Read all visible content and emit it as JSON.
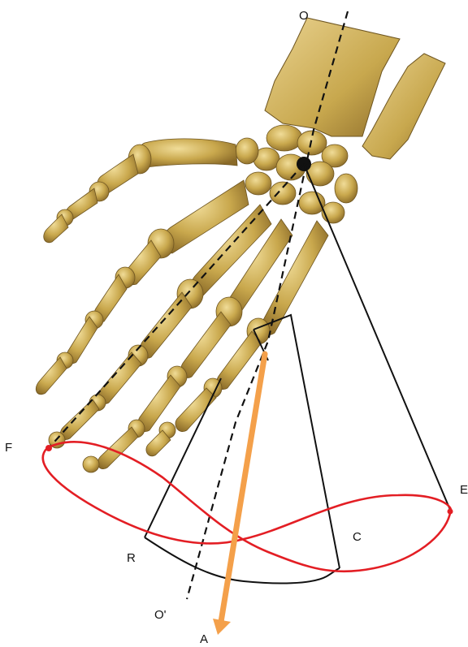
{
  "labels": {
    "O": "O",
    "O_prime": "O'",
    "F": "F",
    "E": "E",
    "R": "R",
    "C": "C",
    "A": "A"
  },
  "colors": {
    "bone": "#c8a84e",
    "bone_light": "#e6cf82",
    "bone_dark": "#7a6024",
    "curve": "#e31e24",
    "axis_arrow": "#f4a04a",
    "lines": "#111111"
  }
}
